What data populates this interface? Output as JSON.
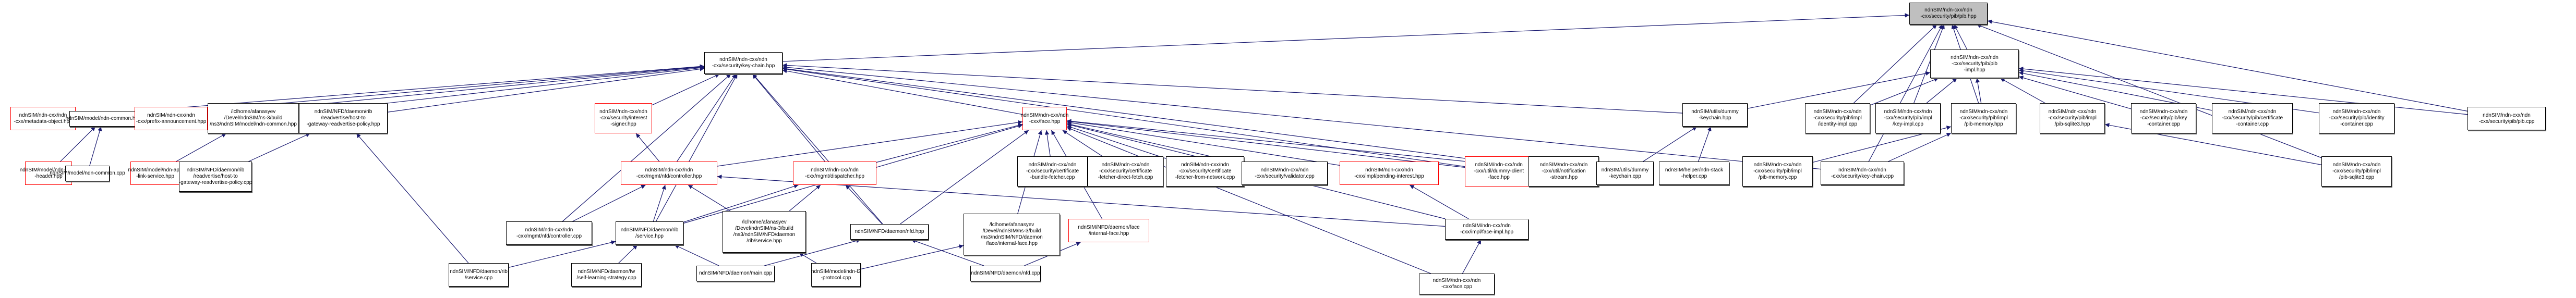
{
  "diagram": {
    "title": "Include dependency graph",
    "colors": {
      "edge": "#191970",
      "node_border": "#000000",
      "missing_border": "#ff0000",
      "root_fill": "#bfbfbf"
    },
    "nodes": [
      {
        "id": "pib_hpp",
        "label": "ndnSIM/ndn-cxx/ndn\n-cxx/security/pib/pib.hpp",
        "style": "root"
      },
      {
        "id": "key_chain_hpp",
        "label": "ndnSIM/ndn-cxx/ndn\n-cxx/security/key-chain.hpp",
        "style": "normal"
      },
      {
        "id": "pib_impl_hpp",
        "label": "ndnSIM/ndn-cxx/ndn\n-cxx/security/pib/pib\n-impl.hpp",
        "style": "normal"
      },
      {
        "id": "metadata_object",
        "label": "ndnSIM/ndn-cxx/ndn\n-cxx/metadata-object.hpp",
        "style": "red"
      },
      {
        "id": "ndn_common_hpp",
        "label": "ndnSIM/model/ndn-common.hpp",
        "style": "normal"
      },
      {
        "id": "prefix_announcement",
        "label": "ndnSIM/ndn-cxx/ndn\n-cxx/prefix-announcement.hpp",
        "style": "red"
      },
      {
        "id": "build_ndn_common",
        "label": "/lclhome/afanasyev\n/Devel/ndnSIM/ns-3/build\n/ns3/ndnSIM/model/ndn-common.hpp",
        "style": "normal"
      },
      {
        "id": "host_to_gw_hpp",
        "label": "ndnSIM/NFD/daemon/rib\n/readvertise/host-to\n-gateway-readvertise-policy.hpp",
        "style": "normal"
      },
      {
        "id": "interest_signer",
        "label": "ndnSIM/ndn-cxx/ndn\n-cxx/security/interest\n-signer.hpp",
        "style": "red"
      },
      {
        "id": "face_hpp",
        "label": "ndnSIM/ndn-cxx/ndn\n-cxx/face.hpp",
        "style": "red"
      },
      {
        "id": "dummy_keychain_hpp",
        "label": "ndnSIM/utils/dummy\n-keychain.hpp",
        "style": "normal"
      },
      {
        "id": "identity_impl_cpp",
        "label": "ndnSIM/ndn-cxx/ndn\n-cxx/security/pib/impl\n/identity-impl.cpp",
        "style": "normal"
      },
      {
        "id": "key_impl_cpp",
        "label": "ndnSIM/ndn-cxx/ndn\n-cxx/security/pib/impl\n/key-impl.cpp",
        "style": "normal"
      },
      {
        "id": "pib_memory_hpp",
        "label": "ndnSIM/ndn-cxx/ndn\n-cxx/security/pib/impl\n/pib-memory.hpp",
        "style": "normal"
      },
      {
        "id": "pib_sqlite3_hpp",
        "label": "ndnSIM/ndn-cxx/ndn\n-cxx/security/pib/impl\n/pib-sqlite3.hpp",
        "style": "normal"
      },
      {
        "id": "key_container_cpp",
        "label": "ndnSIM/ndn-cxx/ndn\n-cxx/security/pib/key\n-container.cpp",
        "style": "normal"
      },
      {
        "id": "cert_container_cpp",
        "label": "ndnSIM/ndn-cxx/ndn\n-cxx/security/pib/certificate\n-container.cpp",
        "style": "normal"
      },
      {
        "id": "identity_container_cpp",
        "label": "ndnSIM/ndn-cxx/ndn\n-cxx/security/pib/identity\n-container.cpp",
        "style": "normal"
      },
      {
        "id": "pib_cpp",
        "label": "ndnSIM/ndn-cxx/ndn\n-cxx/security/pib/pib.cpp",
        "style": "normal"
      },
      {
        "id": "block_header",
        "label": "ndnSIM/model/ndn-block\n-header.hpp",
        "style": "red"
      },
      {
        "id": "ndn_common_cpp",
        "label": "ndnSIM/model/ndn-common.cpp",
        "style": "normal"
      },
      {
        "id": "app_link_service",
        "label": "ndnSIM/model/ndn-app\n-link-service.hpp",
        "style": "red"
      },
      {
        "id": "host_to_gw_cpp",
        "label": "ndnSIM/NFD/daemon/rib\n/readvertise/host-to\n-gateway-readvertise-policy.cpp",
        "style": "normal"
      },
      {
        "id": "nfd_controller_hpp",
        "label": "ndnSIM/ndn-cxx/ndn\n-cxx/mgmt/nfd/controller.hpp",
        "style": "red"
      },
      {
        "id": "dispatcher_hpp",
        "label": "ndnSIM/ndn-cxx/ndn\n-cxx/mgmt/dispatcher.hpp",
        "style": "red"
      },
      {
        "id": "bundle_fetcher",
        "label": "ndnSIM/ndn-cxx/ndn\n-cxx/security/certificate\n-bundle-fetcher.cpp",
        "style": "normal"
      },
      {
        "id": "direct_fetch",
        "label": "ndnSIM/ndn-cxx/ndn\n-cxx/security/certificate\n-fetcher-direct-fetch.cpp",
        "style": "normal"
      },
      {
        "id": "from_network",
        "label": "ndnSIM/ndn-cxx/ndn\n-cxx/security/certificate\n-fetcher-from-network.cpp",
        "style": "normal"
      },
      {
        "id": "validator_cpp",
        "label": "ndnSIM/ndn-cxx/ndn\n-cxx/security/validator.cpp",
        "style": "normal"
      },
      {
        "id": "pending_interest",
        "label": "ndnSIM/ndn-cxx/ndn\n-cxx/impl/pending-interest.hpp",
        "style": "red"
      },
      {
        "id": "dummy_client_face",
        "label": "ndnSIM/ndn-cxx/ndn\n-cxx/util/dummy-client\n-face.hpp",
        "style": "red"
      },
      {
        "id": "notification_stream",
        "label": "ndnSIM/ndn-cxx/ndn\n-cxx/util/notification\n-stream.hpp",
        "style": "normal"
      },
      {
        "id": "dummy_keychain_cpp",
        "label": "ndnSIM/utils/dummy\n-keychain.cpp",
        "style": "normal"
      },
      {
        "id": "stack_helper_cpp",
        "label": "ndnSIM/helper/ndn-stack\n-helper.cpp",
        "style": "normal"
      },
      {
        "id": "pib_memory_cpp",
        "label": "ndnSIM/ndn-cxx/ndn\n-cxx/security/pib/impl\n/pib-memory.cpp",
        "style": "normal"
      },
      {
        "id": "key_chain_cpp",
        "label": "ndnSIM/ndn-cxx/ndn\n-cxx/security/key-chain.cpp",
        "style": "normal"
      },
      {
        "id": "pib_sqlite3_cpp",
        "label": "ndnSIM/ndn-cxx/ndn\n-cxx/security/pib/impl\n/pib-sqlite3.cpp",
        "style": "normal"
      },
      {
        "id": "controller_cpp",
        "label": "ndnSIM/ndn-cxx/ndn\n-cxx/mgmt/nfd/controller.cpp",
        "style": "normal"
      },
      {
        "id": "rib_service_hpp",
        "label": "ndnSIM/NFD/daemon/rib\n/service.hpp",
        "style": "normal"
      },
      {
        "id": "build_rib_service",
        "label": "/lclhome/afanasyev\n/Devel/ndnSIM/ns-3/build\n/ns3/ndnSIM/NFD/daemon\n/rib/service.hpp",
        "style": "normal"
      },
      {
        "id": "nfd_hpp",
        "label": "ndnSIM/NFD/daemon/nfd.hpp",
        "style": "normal"
      },
      {
        "id": "build_internal_face",
        "label": "/lclhome/afanasyev\n/Devel/ndnSIM/ns-3/build\n/ns3/ndnSIM/NFD/daemon\n/face/internal-face.hpp",
        "style": "normal"
      },
      {
        "id": "internal_face_hpp",
        "label": "ndnSIM/NFD/daemon/face\n/internal-face.hpp",
        "style": "red"
      },
      {
        "id": "face_impl_hpp",
        "label": "ndnSIM/ndn-cxx/ndn\n-cxx/impl/face-impl.hpp",
        "style": "normal"
      },
      {
        "id": "rib_service_cpp",
        "label": "ndnSIM/NFD/daemon/rib\n/service.cpp",
        "style": "normal"
      },
      {
        "id": "self_learning",
        "label": "ndnSIM/NFD/daemon/fw\n/self-learning-strategy.cpp",
        "style": "normal"
      },
      {
        "id": "main_cpp",
        "label": "ndnSIM/NFD/daemon/main.cpp",
        "style": "normal"
      },
      {
        "id": "l3_protocol",
        "label": "ndnSIM/model/ndn-l3\n-protocol.cpp",
        "style": "normal"
      },
      {
        "id": "nfd_cpp",
        "label": "ndnSIM/NFD/daemon/nfd.cpp",
        "style": "normal"
      },
      {
        "id": "face_cpp",
        "label": "ndnSIM/ndn-cxx/ndn\n-cxx/face.cpp",
        "style": "normal"
      }
    ],
    "edges": [
      [
        "key_chain_hpp",
        "pib_hpp"
      ],
      [
        "pib_impl_hpp",
        "pib_hpp"
      ],
      [
        "identity_impl_cpp",
        "pib_hpp"
      ],
      [
        "key_impl_cpp",
        "pib_hpp"
      ],
      [
        "pib_memory_hpp",
        "pib_hpp"
      ],
      [
        "pib_cpp",
        "pib_hpp"
      ],
      [
        "pib_sqlite3_cpp",
        "pib_hpp"
      ],
      [
        "key_chain_cpp",
        "pib_hpp"
      ],
      [
        "identity_impl_cpp",
        "pib_impl_hpp"
      ],
      [
        "key_impl_cpp",
        "pib_impl_hpp"
      ],
      [
        "pib_memory_hpp",
        "pib_impl_hpp"
      ],
      [
        "pib_sqlite3_hpp",
        "pib_impl_hpp"
      ],
      [
        "key_container_cpp",
        "pib_impl_hpp"
      ],
      [
        "cert_container_cpp",
        "pib_impl_hpp"
      ],
      [
        "identity_container_cpp",
        "pib_impl_hpp"
      ],
      [
        "pib_cpp",
        "pib_impl_hpp"
      ],
      [
        "dummy_keychain_hpp",
        "pib_impl_hpp"
      ],
      [
        "pib_memory_cpp",
        "pib_memory_hpp"
      ],
      [
        "key_chain_cpp",
        "pib_memory_hpp"
      ],
      [
        "pib_sqlite3_cpp",
        "pib_sqlite3_hpp"
      ],
      [
        "metadata_object",
        "key_chain_hpp"
      ],
      [
        "ndn_common_hpp",
        "key_chain_hpp"
      ],
      [
        "prefix_announcement",
        "key_chain_hpp"
      ],
      [
        "build_ndn_common",
        "key_chain_hpp"
      ],
      [
        "host_to_gw_hpp",
        "key_chain_hpp"
      ],
      [
        "interest_signer",
        "key_chain_hpp"
      ],
      [
        "face_hpp",
        "key_chain_hpp"
      ],
      [
        "dummy_keychain_hpp",
        "key_chain_hpp"
      ],
      [
        "nfd_controller_hpp",
        "key_chain_hpp"
      ],
      [
        "dispatcher_hpp",
        "key_chain_hpp"
      ],
      [
        "controller_cpp",
        "key_chain_hpp"
      ],
      [
        "rib_service_hpp",
        "key_chain_hpp"
      ],
      [
        "nfd_hpp",
        "key_chain_hpp"
      ],
      [
        "dummy_client_face",
        "key_chain_hpp"
      ],
      [
        "notification_stream",
        "key_chain_hpp"
      ],
      [
        "key_chain_cpp",
        "key_chain_hpp"
      ],
      [
        "block_header",
        "ndn_common_hpp"
      ],
      [
        "ndn_common_cpp",
        "ndn_common_hpp"
      ],
      [
        "app_link_service",
        "build_ndn_common"
      ],
      [
        "host_to_gw_cpp",
        "host_to_gw_hpp"
      ],
      [
        "nfd_controller_hpp",
        "interest_signer"
      ],
      [
        "nfd_controller_hpp",
        "face_hpp"
      ],
      [
        "dispatcher_hpp",
        "face_hpp"
      ],
      [
        "bundle_fetcher",
        "face_hpp"
      ],
      [
        "direct_fetch",
        "face_hpp"
      ],
      [
        "from_network",
        "face_hpp"
      ],
      [
        "validator_cpp",
        "face_hpp"
      ],
      [
        "pending_interest",
        "face_hpp"
      ],
      [
        "dummy_client_face",
        "face_hpp"
      ],
      [
        "notification_stream",
        "face_hpp"
      ],
      [
        "face_impl_hpp",
        "face_hpp"
      ],
      [
        "build_internal_face",
        "face_hpp"
      ],
      [
        "internal_face_hpp",
        "face_hpp"
      ],
      [
        "rib_service_hpp",
        "face_hpp"
      ],
      [
        "nfd_hpp",
        "face_hpp"
      ],
      [
        "face_cpp",
        "face_hpp"
      ],
      [
        "dummy_keychain_cpp",
        "dummy_keychain_hpp"
      ],
      [
        "stack_helper_cpp",
        "dummy_keychain_hpp"
      ],
      [
        "controller_cpp",
        "nfd_controller_hpp"
      ],
      [
        "rib_service_hpp",
        "nfd_controller_hpp"
      ],
      [
        "build_rib_service",
        "nfd_controller_hpp"
      ],
      [
        "face_impl_hpp",
        "nfd_controller_hpp"
      ],
      [
        "rib_service_hpp",
        "dispatcher_hpp"
      ],
      [
        "build_rib_service",
        "dispatcher_hpp"
      ],
      [
        "nfd_hpp",
        "dispatcher_hpp"
      ],
      [
        "face_impl_hpp",
        "pending_interest"
      ],
      [
        "face_cpp",
        "face_impl_hpp"
      ],
      [
        "rib_service_cpp",
        "rib_service_hpp"
      ],
      [
        "self_learning",
        "rib_service_hpp"
      ],
      [
        "main_cpp",
        "rib_service_hpp"
      ],
      [
        "l3_protocol",
        "build_rib_service"
      ],
      [
        "main_cpp",
        "nfd_hpp"
      ],
      [
        "nfd_cpp",
        "nfd_hpp"
      ],
      [
        "l3_protocol",
        "build_internal_face"
      ],
      [
        "nfd_cpp",
        "internal_face_hpp"
      ],
      [
        "rib_service_cpp",
        "host_to_gw_hpp"
      ]
    ]
  }
}
